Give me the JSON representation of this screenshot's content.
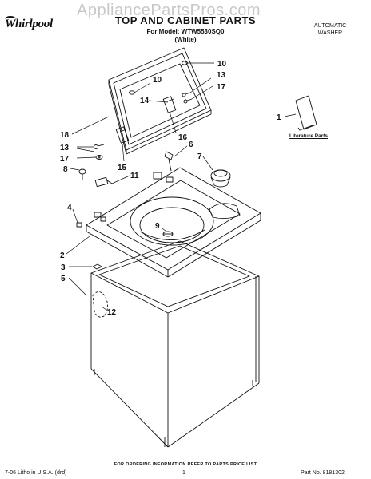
{
  "watermark": "AppliancePartsPros.com",
  "brand": "Whirlpool",
  "title": "TOP AND CABINET PARTS",
  "model_line": "For Model: WTW5530SQ0",
  "color_line": "(White)",
  "product_type_line1": "AUTOMATIC",
  "product_type_line2": "WASHER",
  "literature_label": "Literature Parts",
  "footer_notice": "FOR ORDERING INFORMATION REFER TO PARTS PRICE LIST",
  "footer_litho": "7-06 Litho in U.S.A. (drd)",
  "footer_page": "1",
  "footer_part_no": "Part No. 8181302",
  "callouts": {
    "c10a": "10",
    "c10b": "10",
    "c13a": "13",
    "c17a": "17",
    "c14": "14",
    "c18": "18",
    "c13b": "13",
    "c17b": "17",
    "c16": "16",
    "c6": "6",
    "c7": "7",
    "c15": "15",
    "c8": "8",
    "c11": "11",
    "c4": "4",
    "c9": "9",
    "c2": "2",
    "c3": "3",
    "c5": "5",
    "c12": "12",
    "c1": "1"
  }
}
